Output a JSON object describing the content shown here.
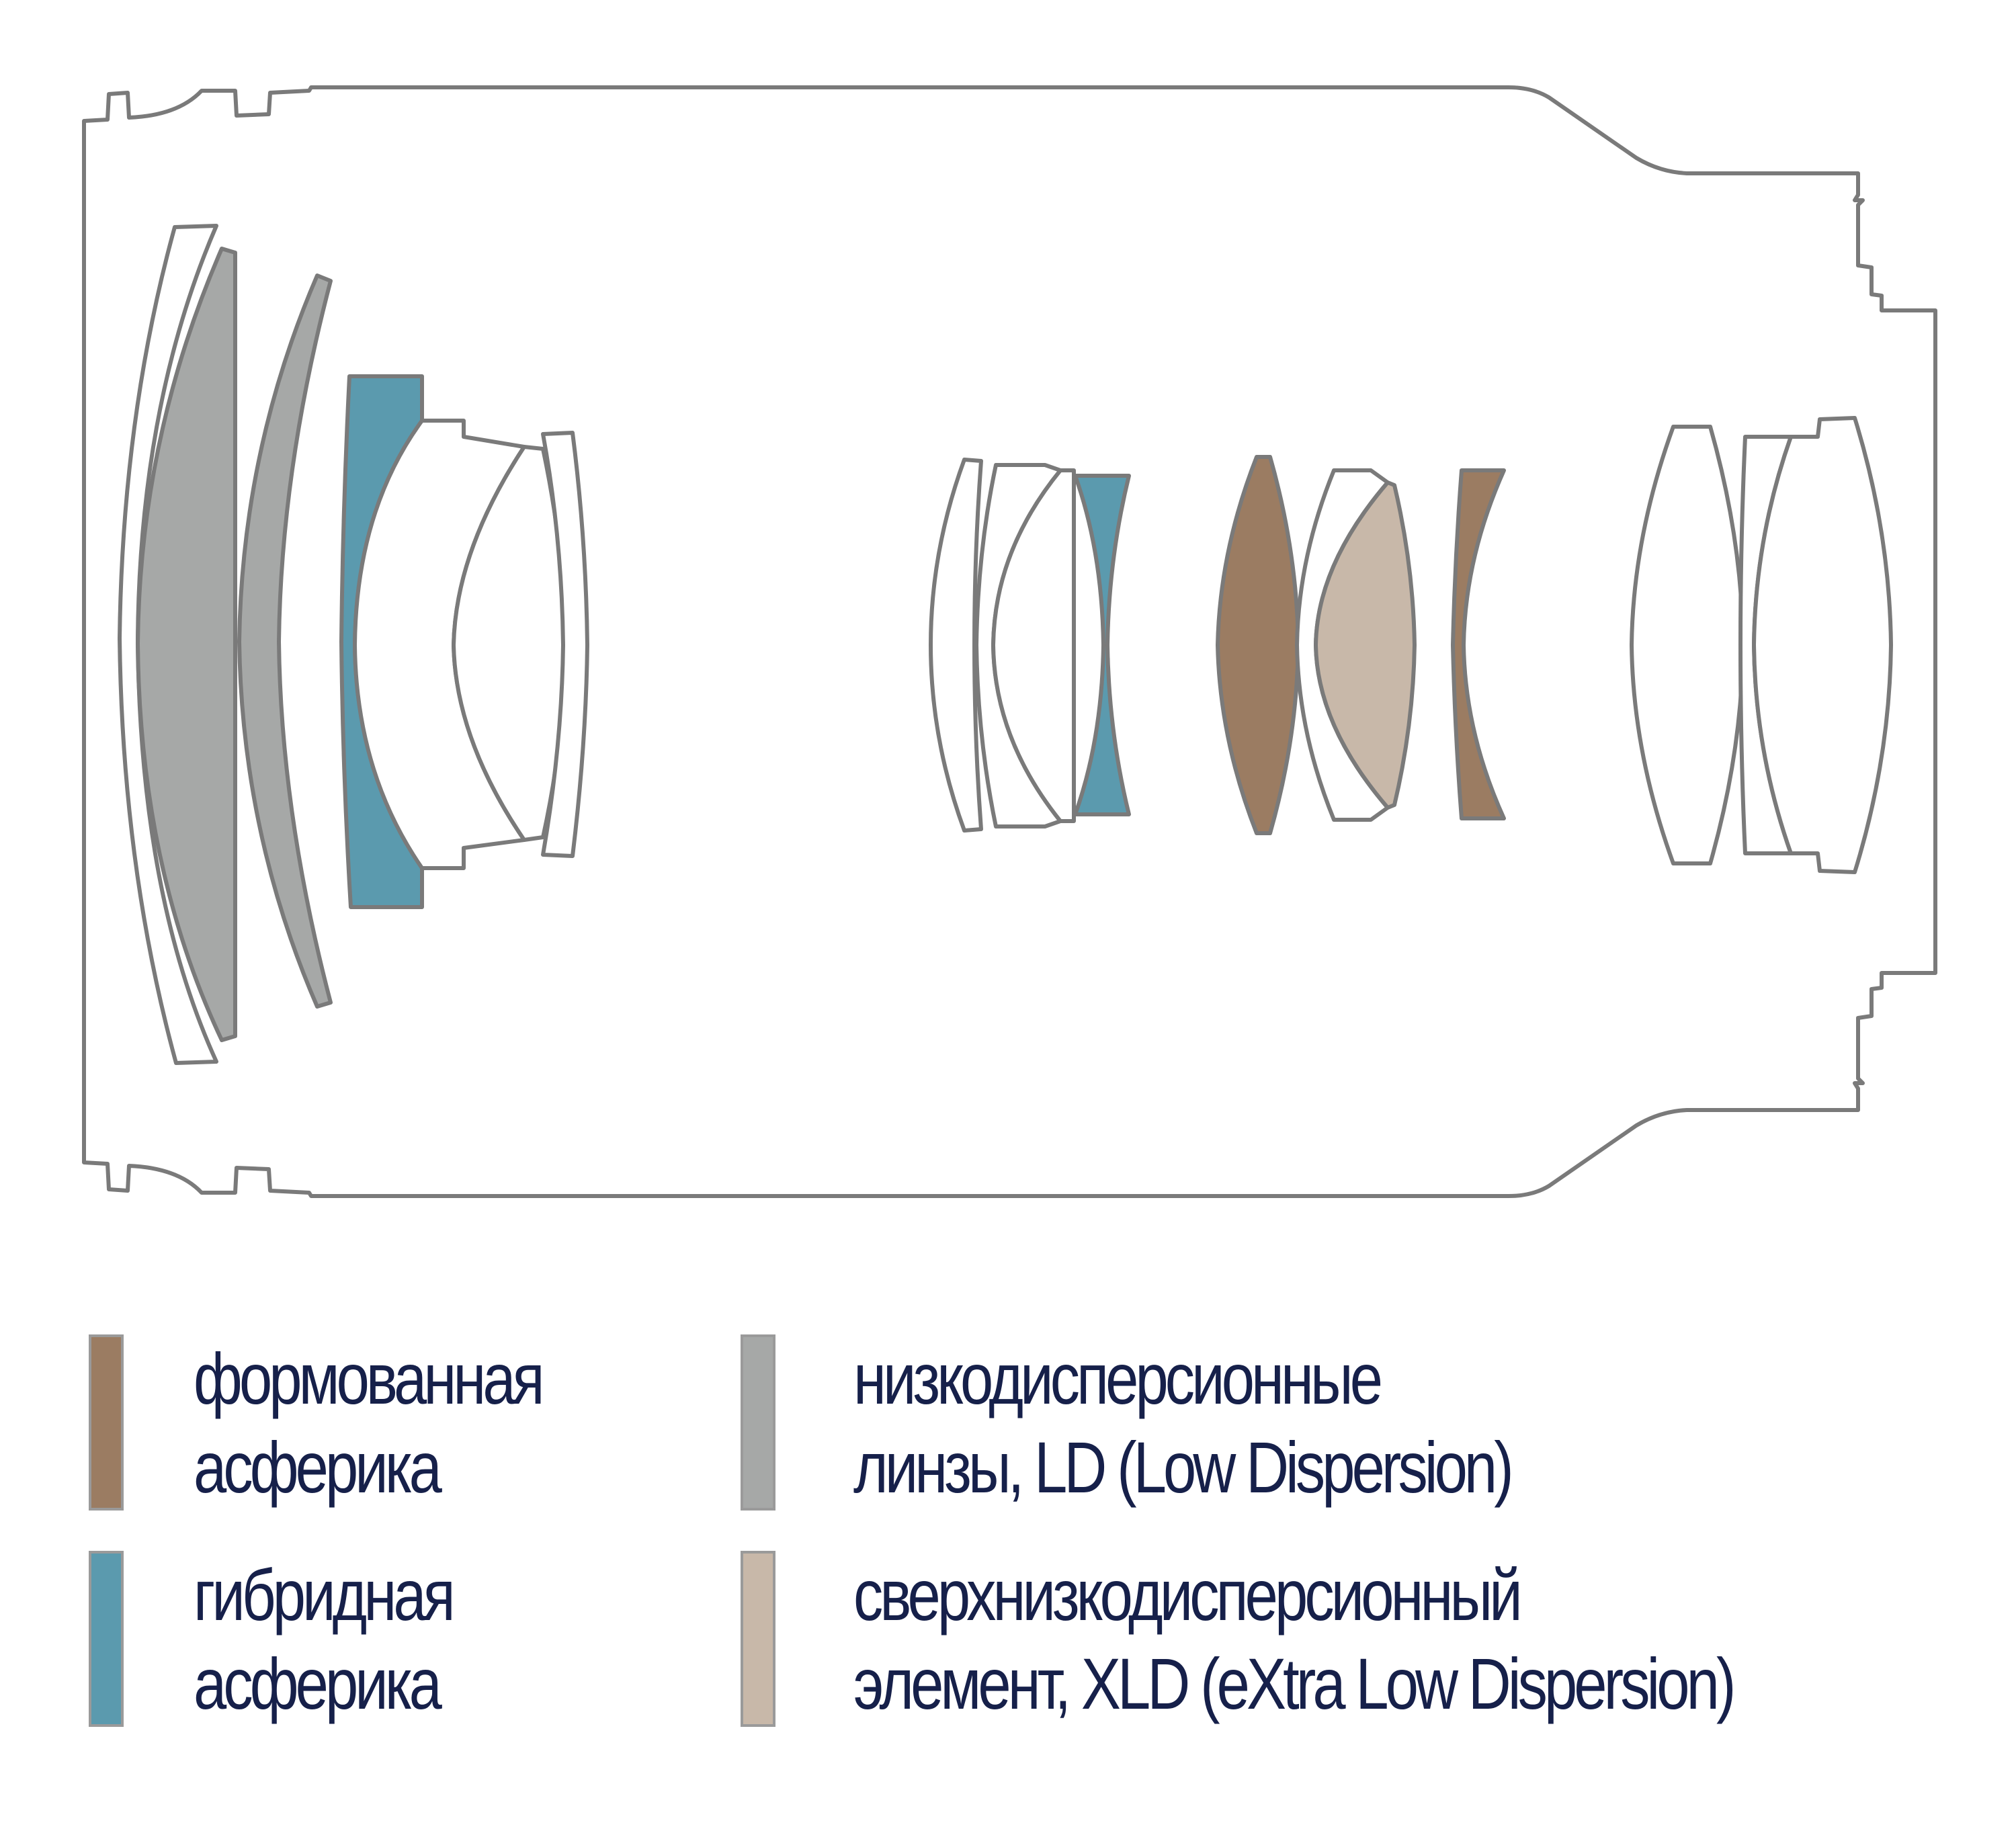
{
  "colors": {
    "outline": "#7a7a7a",
    "molded_aspherical": "#9b7c62",
    "hybrid_aspherical": "#5b9aae",
    "low_dispersion": "#a6a8a7",
    "extra_low_dispersion": "#c8b8a9",
    "text": "#16204a"
  },
  "legend": [
    {
      "key": "molded_aspherical",
      "line1": "формованная",
      "line2": "асферика"
    },
    {
      "key": "hybrid_aspherical",
      "line1": "гибридная",
      "line2": "асферика"
    },
    {
      "key": "low_dispersion",
      "line1": "низкодисперсионные",
      "line2": "линзы, LD (Low Dispersion)"
    },
    {
      "key": "extra_low_dispersion",
      "line1": "сверхнизкодисперсионный",
      "line2": "элемент, XLD (eXtra Low Dispersion)"
    }
  ]
}
